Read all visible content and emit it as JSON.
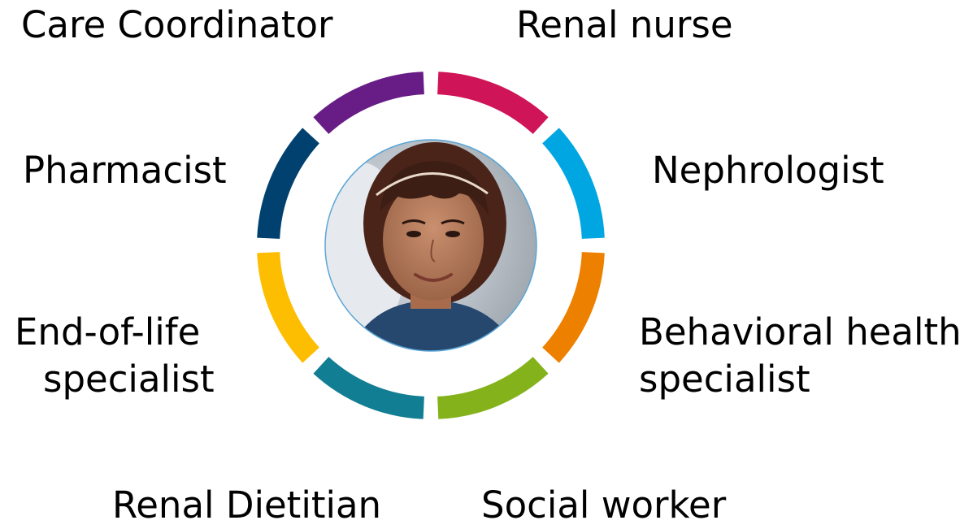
{
  "roles": {
    "care_coordinator": "Care Coordinator",
    "renal_nurse": "Renal nurse",
    "pharmacist": "Pharmacist",
    "nephrologist": "Nephrologist",
    "end_of_life": [
      "End-of-life",
      "specialist"
    ],
    "behavioral_health": [
      "Behavioral health",
      "specialist"
    ],
    "renal_dietitian": "Renal Dietitian",
    "social_worker": "Social worker"
  },
  "ring_segments": [
    {
      "role": "renal_nurse",
      "color": "#cf1458"
    },
    {
      "role": "nephrologist",
      "color": "#00a6e2"
    },
    {
      "role": "behavioral_health",
      "color": "#ee8000"
    },
    {
      "role": "social_worker",
      "color": "#84b21b"
    },
    {
      "role": "renal_dietitian",
      "color": "#127e93"
    },
    {
      "role": "end_of_life",
      "color": "#fdbd00"
    },
    {
      "role": "pharmacist",
      "color": "#00416f"
    },
    {
      "role": "care_coordinator",
      "color": "#681c86"
    }
  ],
  "center_photo": {
    "subject": "patient-portrait"
  }
}
